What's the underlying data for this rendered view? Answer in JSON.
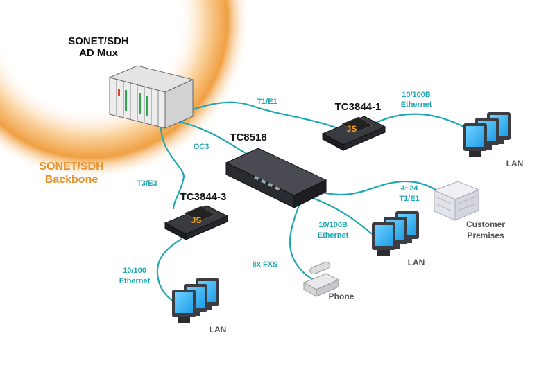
{
  "colors": {
    "link": "#1fa8b2",
    "backbone_arc": "#f0a042",
    "backbone_text": "#e8902a",
    "device_dark": "#2a2b30",
    "monitor_frame": "#3b3d42",
    "monitor_screen": "#29aef0"
  },
  "backbone": {
    "line1": "SONET/SDH",
    "line2": "Backbone"
  },
  "devices": {
    "admux": {
      "line1": "SONET/SDH",
      "line2": "AD Mux",
      "icon": "rack-chassis-icon"
    },
    "tc8518": {
      "label": "TC8518",
      "icon": "rack-switch-icon"
    },
    "tc3844_1": {
      "label": "TC3844-1",
      "badge": "JS",
      "icon": "converter-box-icon"
    },
    "tc3844_3": {
      "label": "TC3844-3",
      "badge": "JS",
      "icon": "converter-box-icon"
    }
  },
  "links": {
    "t1e1": "T1/E1",
    "oc3": "OC3",
    "t3e3": "T3/E3",
    "eth_top_1": "10/100B",
    "eth_top_2": "Ethernet",
    "e1_1": "4~24",
    "e1_2": "T1/E1",
    "eth_mid_1": "10/100B",
    "eth_mid_2": "Ethernet",
    "fxs": "8x FXS",
    "eth_left_1": "10/100",
    "eth_left_2": "Ethernet"
  },
  "endpoints": {
    "lan_top": "LAN",
    "lan_mid": "LAN",
    "lan_bottom": "LAN",
    "customer_1": "Customer",
    "customer_2": "Premises",
    "phone": "Phone"
  }
}
